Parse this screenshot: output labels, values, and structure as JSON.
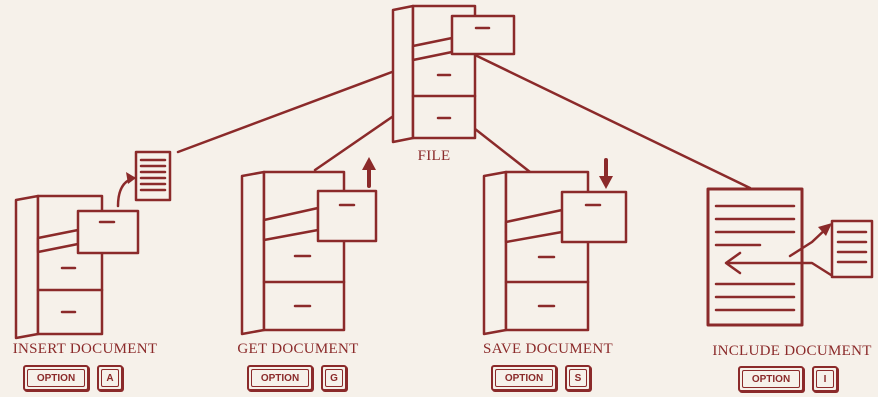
{
  "colors": {
    "ink": "#8b2a2a",
    "paper": "#f6f1ea"
  },
  "file_label": "FILE",
  "commands": [
    {
      "label": "INSERT DOCUMENT",
      "keys": [
        "OPTION",
        "A"
      ]
    },
    {
      "label": "GET DOCUMENT",
      "keys": [
        "OPTION",
        "G"
      ]
    },
    {
      "label": "SAVE DOCUMENT",
      "keys": [
        "OPTION",
        "S"
      ]
    },
    {
      "label": "INCLUDE DOCUMENT",
      "keys": [
        "OPTION",
        "I"
      ]
    }
  ]
}
